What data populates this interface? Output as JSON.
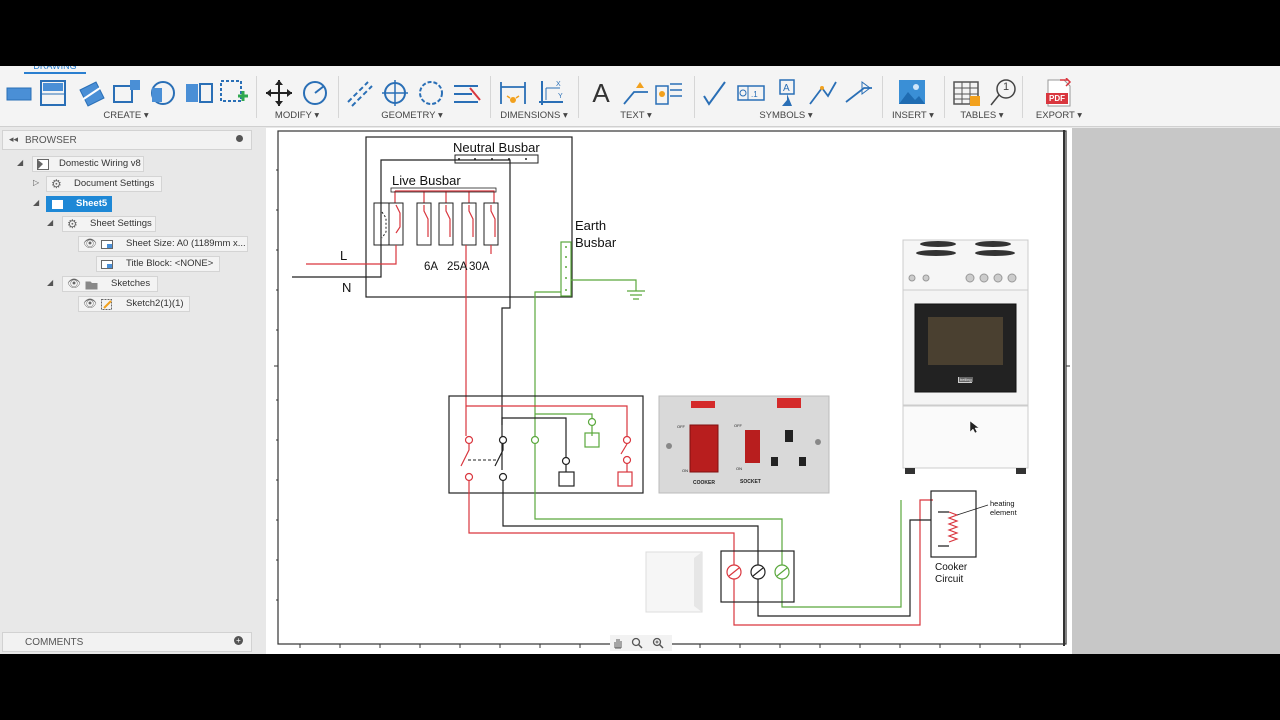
{
  "workspace_tab": "DRAWING",
  "toolbar": {
    "groups": [
      {
        "label": "CREATE ▾"
      },
      {
        "label": "MODIFY ▾"
      },
      {
        "label": "GEOMETRY ▾"
      },
      {
        "label": "DIMENSIONS ▾"
      },
      {
        "label": "TEXT ▾"
      },
      {
        "label": "SYMBOLS ▾"
      },
      {
        "label": "INSERT ▾"
      },
      {
        "label": "TABLES ▾"
      },
      {
        "label": "EXPORT ▾"
      }
    ],
    "pdf_icon_text": "PDF",
    "balloon_icon_text": "1",
    "text_icon_glyph": "A"
  },
  "browser": {
    "title": "BROWSER",
    "items": [
      {
        "label": "Domestic Wiring v8"
      },
      {
        "label": "Document Settings"
      },
      {
        "label": "Sheet5"
      },
      {
        "label": "Sheet Settings"
      },
      {
        "label": "Sheet Size: A0 (1189mm x..."
      },
      {
        "label": "Title Block: <NONE>"
      },
      {
        "label": "Sketches"
      },
      {
        "label": "Sketch2(1)(1)"
      }
    ]
  },
  "comments": {
    "title": "COMMENTS"
  },
  "drawing": {
    "neutral_busbar": "Neutral Busbar",
    "live_busbar": "Live Busbar",
    "earth_busbar_line1": "Earth",
    "earth_busbar_line2": "Busbar",
    "live_label": "L",
    "neutral_label": "N",
    "breaker_labels": [
      "6A",
      "25A",
      "30A"
    ],
    "switch_photo_labels": {
      "off_left": "OFF",
      "off_right": "OFF",
      "on_left": "ON",
      "on_right": "ON",
      "cooker": "COOKER",
      "socket": "SOCKET"
    },
    "heating_element_line1": "heating",
    "heating_element_line2": "element",
    "cooker_circuit_line1": "Cooker",
    "cooker_circuit_line2": "Circuit",
    "oven_brand": "belling"
  },
  "colors": {
    "accent": "#1e88d6",
    "live_wire": "#d9363e",
    "neutral_wire": "#222222",
    "earth_wire": "#5aa83c"
  }
}
